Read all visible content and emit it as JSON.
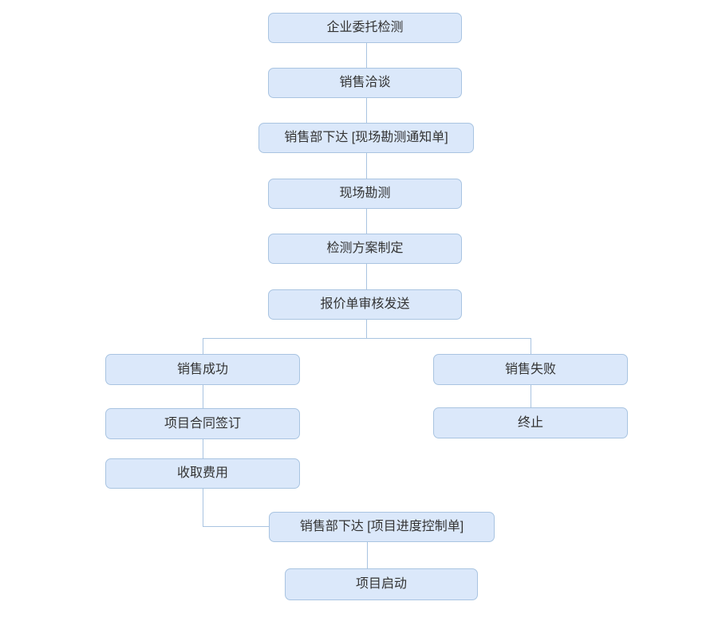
{
  "diagram": {
    "type": "flowchart",
    "background": "#ffffff",
    "colors": {
      "node_fill": "#dbe8fa",
      "node_border": "#a9c4e1",
      "connector": "#a9c4e1",
      "text": "#333333"
    },
    "nodes": [
      {
        "id": "enterprise-commission-testing",
        "label": "企业委托检测"
      },
      {
        "id": "sales-negotiation",
        "label": "销售洽谈"
      },
      {
        "id": "sales-dept-issue-site-survey-notice",
        "label": "销售部下达 [现场勘测通知单]"
      },
      {
        "id": "site-survey",
        "label": "现场勘测"
      },
      {
        "id": "testing-plan-formulation",
        "label": "检测方案制定"
      },
      {
        "id": "quotation-review-send",
        "label": "报价单审核发送"
      },
      {
        "id": "sales-success",
        "label": "销售成功"
      },
      {
        "id": "project-contract-signing",
        "label": "项目合同签订"
      },
      {
        "id": "fee-collection",
        "label": "收取费用"
      },
      {
        "id": "sales-dept-issue-progress-control",
        "label": "销售部下达 [项目进度控制单]"
      },
      {
        "id": "project-launch",
        "label": "项目启动"
      },
      {
        "id": "sales-failure",
        "label": "销售失败"
      },
      {
        "id": "termination",
        "label": "终止"
      }
    ],
    "edges": [
      {
        "from": "企业委托检测",
        "to": "销售洽谈"
      },
      {
        "from": "销售洽谈",
        "to": "销售部下达 [现场勘测通知单]"
      },
      {
        "from": "销售部下达 [现场勘测通知单]",
        "to": "现场勘测"
      },
      {
        "from": "现场勘测",
        "to": "检测方案制定"
      },
      {
        "from": "检测方案制定",
        "to": "报价单审核发送"
      },
      {
        "from": "报价单审核发送",
        "to": "销售成功"
      },
      {
        "from": "报价单审核发送",
        "to": "销售失败"
      },
      {
        "from": "销售成功",
        "to": "项目合同签订"
      },
      {
        "from": "项目合同签订",
        "to": "收取费用"
      },
      {
        "from": "收取费用",
        "to": "销售部下达 [项目进度控制单]"
      },
      {
        "from": "销售部下达 [项目进度控制单]",
        "to": "项目启动"
      },
      {
        "from": "销售失败",
        "to": "终止"
      }
    ]
  }
}
